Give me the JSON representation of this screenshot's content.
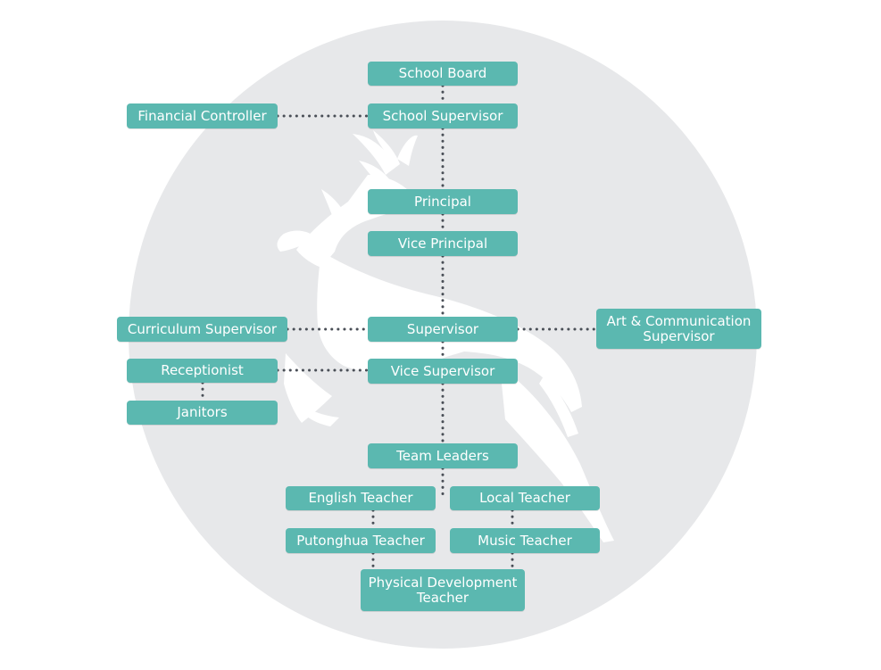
{
  "colors": {
    "node_fill": "#5bb8b0",
    "node_text": "#ffffff",
    "circle_fill": "#e7e8ea",
    "deer_silhouette": "#ffffff",
    "connector": "#4a4f57"
  },
  "nodes": {
    "school_board": "School Board",
    "school_supervisor": "School Supervisor",
    "financial_controller": "Financial Controller",
    "principal": "Principal",
    "vice_principal": "Vice Principal",
    "curriculum_supervisor": "Curriculum Supervisor",
    "supervisor": "Supervisor",
    "art_communication_supervisor": "Art & Communication\nSupervisor",
    "receptionist": "Receptionist",
    "vice_supervisor": "Vice Supervisor",
    "janitors": "Janitors",
    "team_leaders": "Team Leaders",
    "english_teacher": "English Teacher",
    "local_teacher": "Local Teacher",
    "putonghua_teacher": "Putonghua Teacher",
    "music_teacher": "Music Teacher",
    "physical_development_teacher": "Physical Development\nTeacher"
  }
}
